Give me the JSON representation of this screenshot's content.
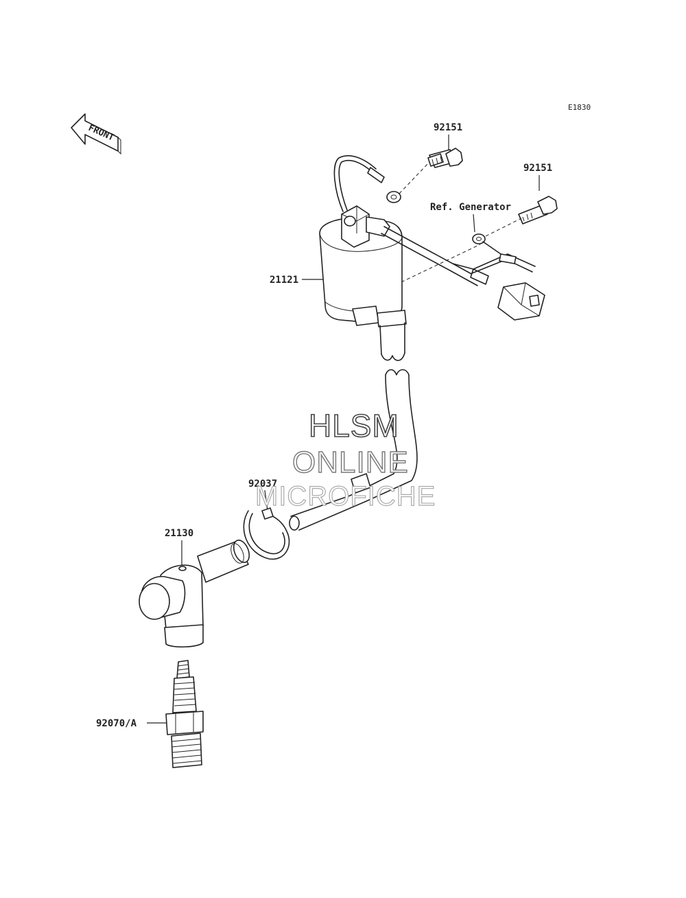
{
  "diagram_code": "E1830",
  "front_label": "FRONT",
  "labels": {
    "bolt_top": "92151",
    "bolt_right": "92151",
    "ref_generator": "Ref. Generator",
    "ignition_coil": "21121",
    "clamp": "92037",
    "plug_cap": "21130",
    "spark_plug": "92070/A"
  },
  "watermark": {
    "line1": "HLSM",
    "line2": "ONLINE",
    "line3": "MICROFICHE"
  }
}
